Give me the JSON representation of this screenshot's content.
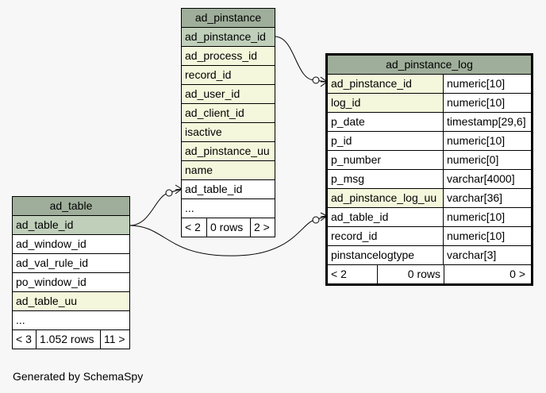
{
  "tables": {
    "ad_pinstance": {
      "title": "ad_pinstance",
      "columns": [
        {
          "name": "ad_pinstance_id",
          "kind": "pk"
        },
        {
          "name": "ad_process_id",
          "kind": "idx"
        },
        {
          "name": "record_id",
          "kind": "idx"
        },
        {
          "name": "ad_user_id",
          "kind": "idx"
        },
        {
          "name": "ad_client_id",
          "kind": "idx"
        },
        {
          "name": "isactive",
          "kind": "idx"
        },
        {
          "name": "ad_pinstance_uu",
          "kind": "idx"
        },
        {
          "name": "name",
          "kind": "idx"
        },
        {
          "name": "ad_table_id",
          "kind": "plain"
        },
        {
          "name": "...",
          "kind": "plain"
        }
      ],
      "footer": [
        "< 2",
        "0 rows",
        "2 >"
      ]
    },
    "ad_pinstance_log": {
      "title": "ad_pinstance_log",
      "columns": [
        {
          "name": "ad_pinstance_id",
          "type": "numeric[10]",
          "kind": "idx"
        },
        {
          "name": "log_id",
          "type": "numeric[10]",
          "kind": "idx"
        },
        {
          "name": "p_date",
          "type": "timestamp[29,6]",
          "kind": "plain"
        },
        {
          "name": "p_id",
          "type": "numeric[10]",
          "kind": "plain"
        },
        {
          "name": "p_number",
          "type": "numeric[0]",
          "kind": "plain"
        },
        {
          "name": "p_msg",
          "type": "varchar[4000]",
          "kind": "plain"
        },
        {
          "name": "ad_pinstance_log_uu",
          "type": "varchar[36]",
          "kind": "idx"
        },
        {
          "name": "ad_table_id",
          "type": "numeric[10]",
          "kind": "plain"
        },
        {
          "name": "record_id",
          "type": "numeric[10]",
          "kind": "plain"
        },
        {
          "name": "pinstancelogtype",
          "type": "varchar[3]",
          "kind": "plain"
        }
      ],
      "footer": [
        "< 2",
        "0 rows",
        "0 >"
      ]
    },
    "ad_table": {
      "title": "ad_table",
      "columns": [
        {
          "name": "ad_table_id",
          "kind": "pk"
        },
        {
          "name": "ad_window_id",
          "kind": "plain"
        },
        {
          "name": "ad_val_rule_id",
          "kind": "plain"
        },
        {
          "name": "po_window_id",
          "kind": "plain"
        },
        {
          "name": "ad_table_uu",
          "kind": "idx"
        },
        {
          "name": "...",
          "kind": "plain"
        }
      ],
      "footer": [
        "< 3",
        "1.052 rows",
        "11 >"
      ]
    }
  },
  "generated_by": "Generated by SchemaSpy"
}
